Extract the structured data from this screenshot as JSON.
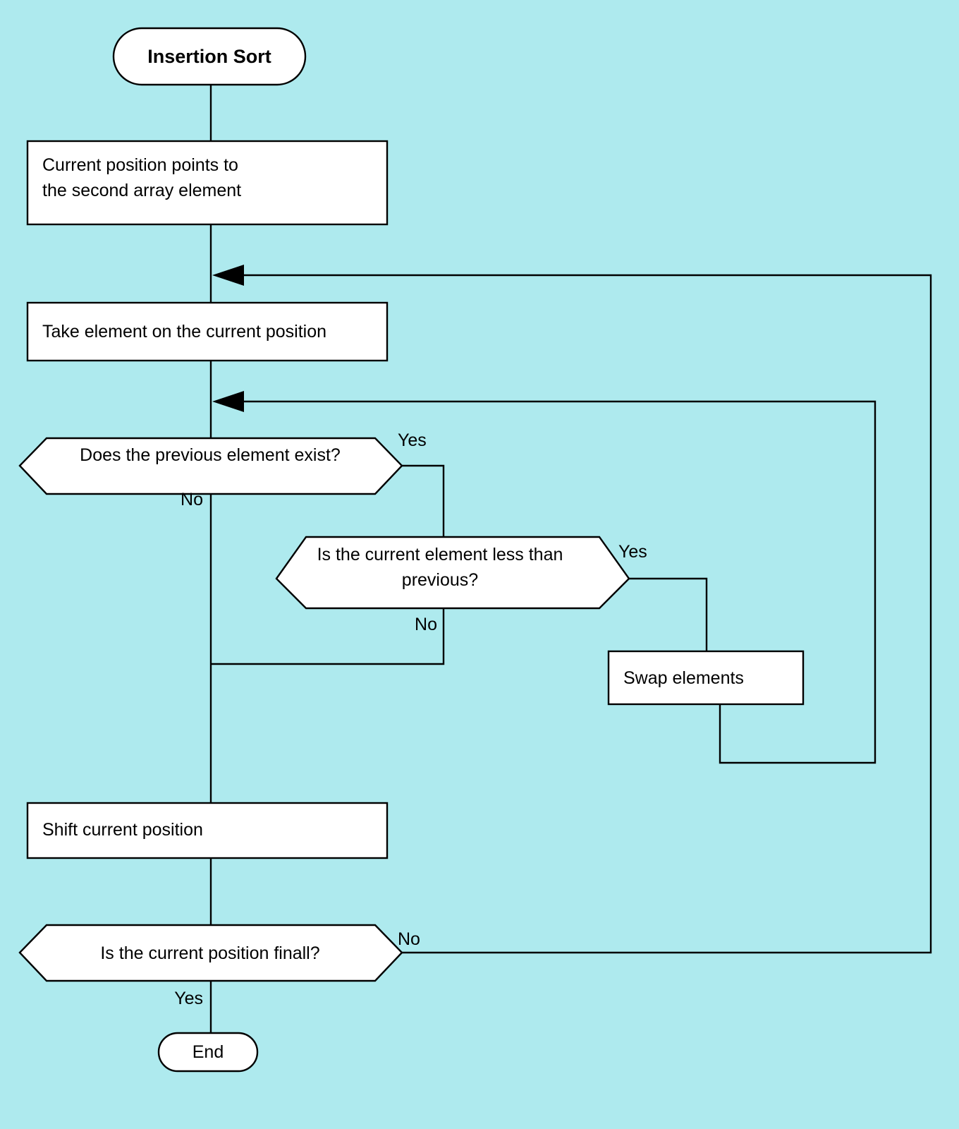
{
  "diagram": {
    "title": "Insertion Sort",
    "background_color": "#aeeaee",
    "node_fill": "#ffffff",
    "stroke_color": "#000000",
    "nodes": {
      "start": {
        "label": "Insertion Sort",
        "shape": "stadium"
      },
      "init": {
        "label_line1": "Current position points to",
        "label_line2": "the second array element",
        "shape": "rectangle"
      },
      "take": {
        "label": "Take element on the current position",
        "shape": "rectangle"
      },
      "decision_prev_exists": {
        "label": "Does the previous element exist?",
        "shape": "hexagon"
      },
      "decision_less_than": {
        "label_line1": "Is the current element less than",
        "label_line2": "previous?",
        "shape": "hexagon"
      },
      "swap": {
        "label": "Swap elements",
        "shape": "rectangle"
      },
      "shift": {
        "label": "Shift current position",
        "shape": "rectangle"
      },
      "decision_final": {
        "label": "Is the current position finall?",
        "shape": "hexagon"
      },
      "end": {
        "label": "End",
        "shape": "stadium"
      }
    },
    "edge_labels": {
      "prev_exists_yes": "Yes",
      "prev_exists_no": "No",
      "less_than_yes": "Yes",
      "less_than_no": "No",
      "final_no": "No",
      "final_yes": "Yes"
    }
  }
}
